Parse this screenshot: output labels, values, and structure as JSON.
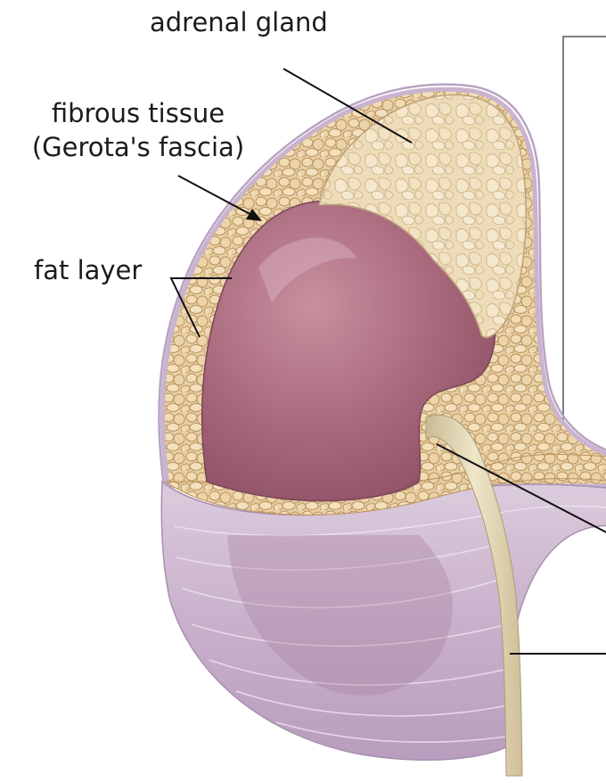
{
  "labels": {
    "adrenal_gland": "adrenal gland",
    "fibrous_tissue_line1": "fibrous tissue",
    "fibrous_tissue_line2": "(Gerota's fascia)",
    "fat_layer": "fat layer"
  },
  "colors": {
    "background": "#ffffff",
    "kidney": "#a8687c",
    "kidney_highlight": "#c894a4",
    "fat": "#e3c79a",
    "fat_dark": "#c9a56e",
    "adrenal": "#eedcb8",
    "fascia": "#cdb8cf",
    "fascia_dark": "#b39bb8",
    "ureter": "#e2d6b2",
    "leader_line": "#111111",
    "legend_border": "#555555"
  }
}
